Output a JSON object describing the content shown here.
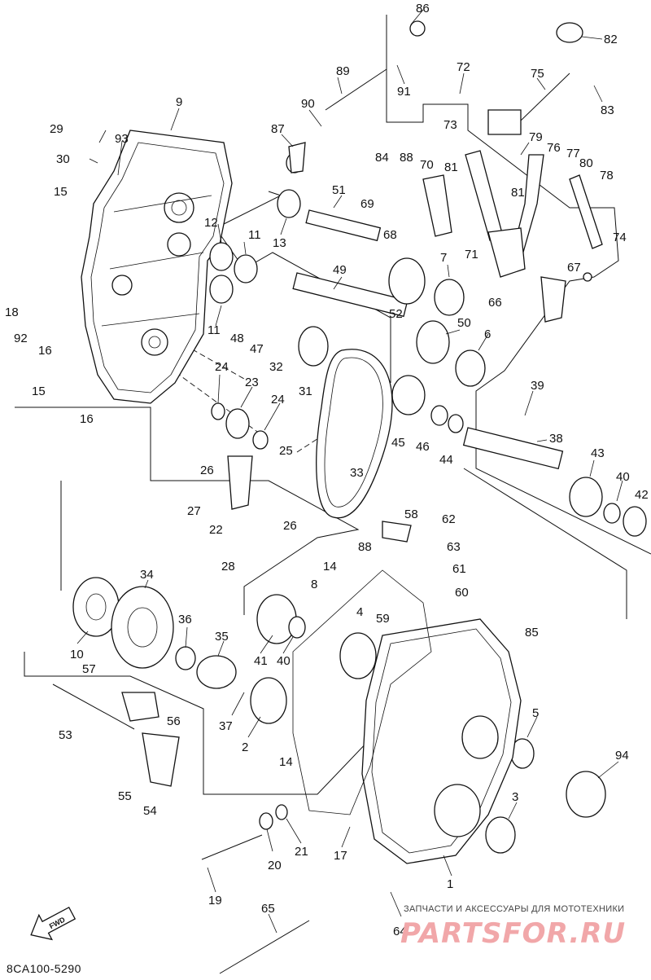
{
  "diagram_code": "8CA100-5290",
  "fwd_label": "FWD",
  "watermark": {
    "line": "ЗАПЧАСТИ И АКСЕССУАРЫ ДЛЯ МОТОТЕХНИКИ",
    "logo": "PARTSFOR.RU"
  },
  "callouts": [
    "86",
    "82",
    "89",
    "72",
    "75",
    "91",
    "83",
    "9",
    "90",
    "73",
    "87",
    "79",
    "76",
    "77",
    "29",
    "93",
    "80",
    "78",
    "84",
    "88",
    "70",
    "30",
    "81",
    "51",
    "15",
    "69",
    "74",
    "81",
    "68",
    "12",
    "11",
    "13",
    "71",
    "67",
    "7",
    "49",
    "18",
    "11",
    "48",
    "47",
    "66",
    "52",
    "92",
    "50",
    "16",
    "6",
    "32",
    "15",
    "24",
    "23",
    "31",
    "24",
    "39",
    "16",
    "45",
    "46",
    "44",
    "38",
    "25",
    "43",
    "26",
    "40",
    "42",
    "33",
    "27",
    "26",
    "22",
    "58",
    "62",
    "28",
    "88",
    "63",
    "14",
    "61",
    "34",
    "8",
    "60",
    "59",
    "4",
    "36",
    "85",
    "35",
    "41",
    "40",
    "10",
    "57",
    "37",
    "56",
    "5",
    "53",
    "2",
    "94",
    "14",
    "3",
    "55",
    "54",
    "21",
    "17",
    "20",
    "1",
    "19",
    "65",
    "64"
  ],
  "colors": {
    "line": "#111111",
    "watermark": "#f1a7a9"
  }
}
